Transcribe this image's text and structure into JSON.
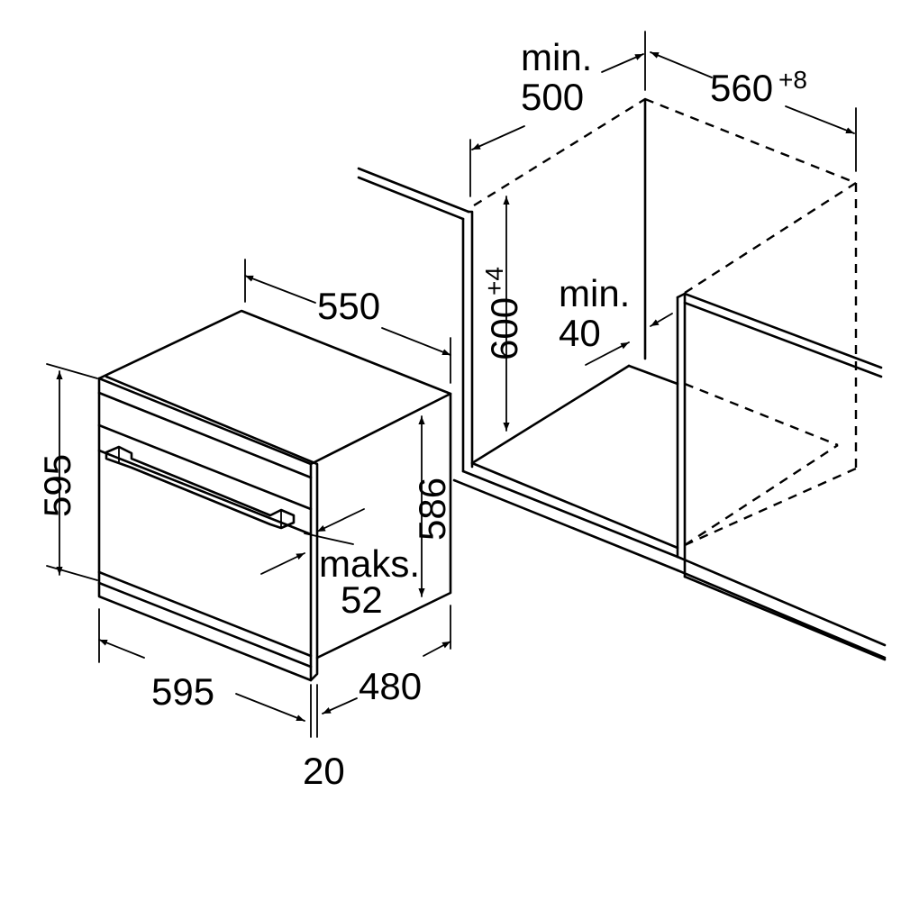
{
  "dimensions": {
    "oven_height": "595",
    "oven_width": "595",
    "oven_top_depth": "550",
    "oven_side_height": "586",
    "oven_body_depth": "480",
    "front_thickness": "20",
    "panel_gap_label": "maks.",
    "panel_gap_value": "52",
    "niche_height": "600",
    "niche_height_tol": "+4",
    "niche_width": "560",
    "niche_width_tol": "+8",
    "niche_depth_label": "min.",
    "niche_depth_value": "500",
    "side_gap_label": "min.",
    "side_gap_value": "40"
  },
  "colors": {
    "line": "#000000",
    "background": "#ffffff"
  }
}
